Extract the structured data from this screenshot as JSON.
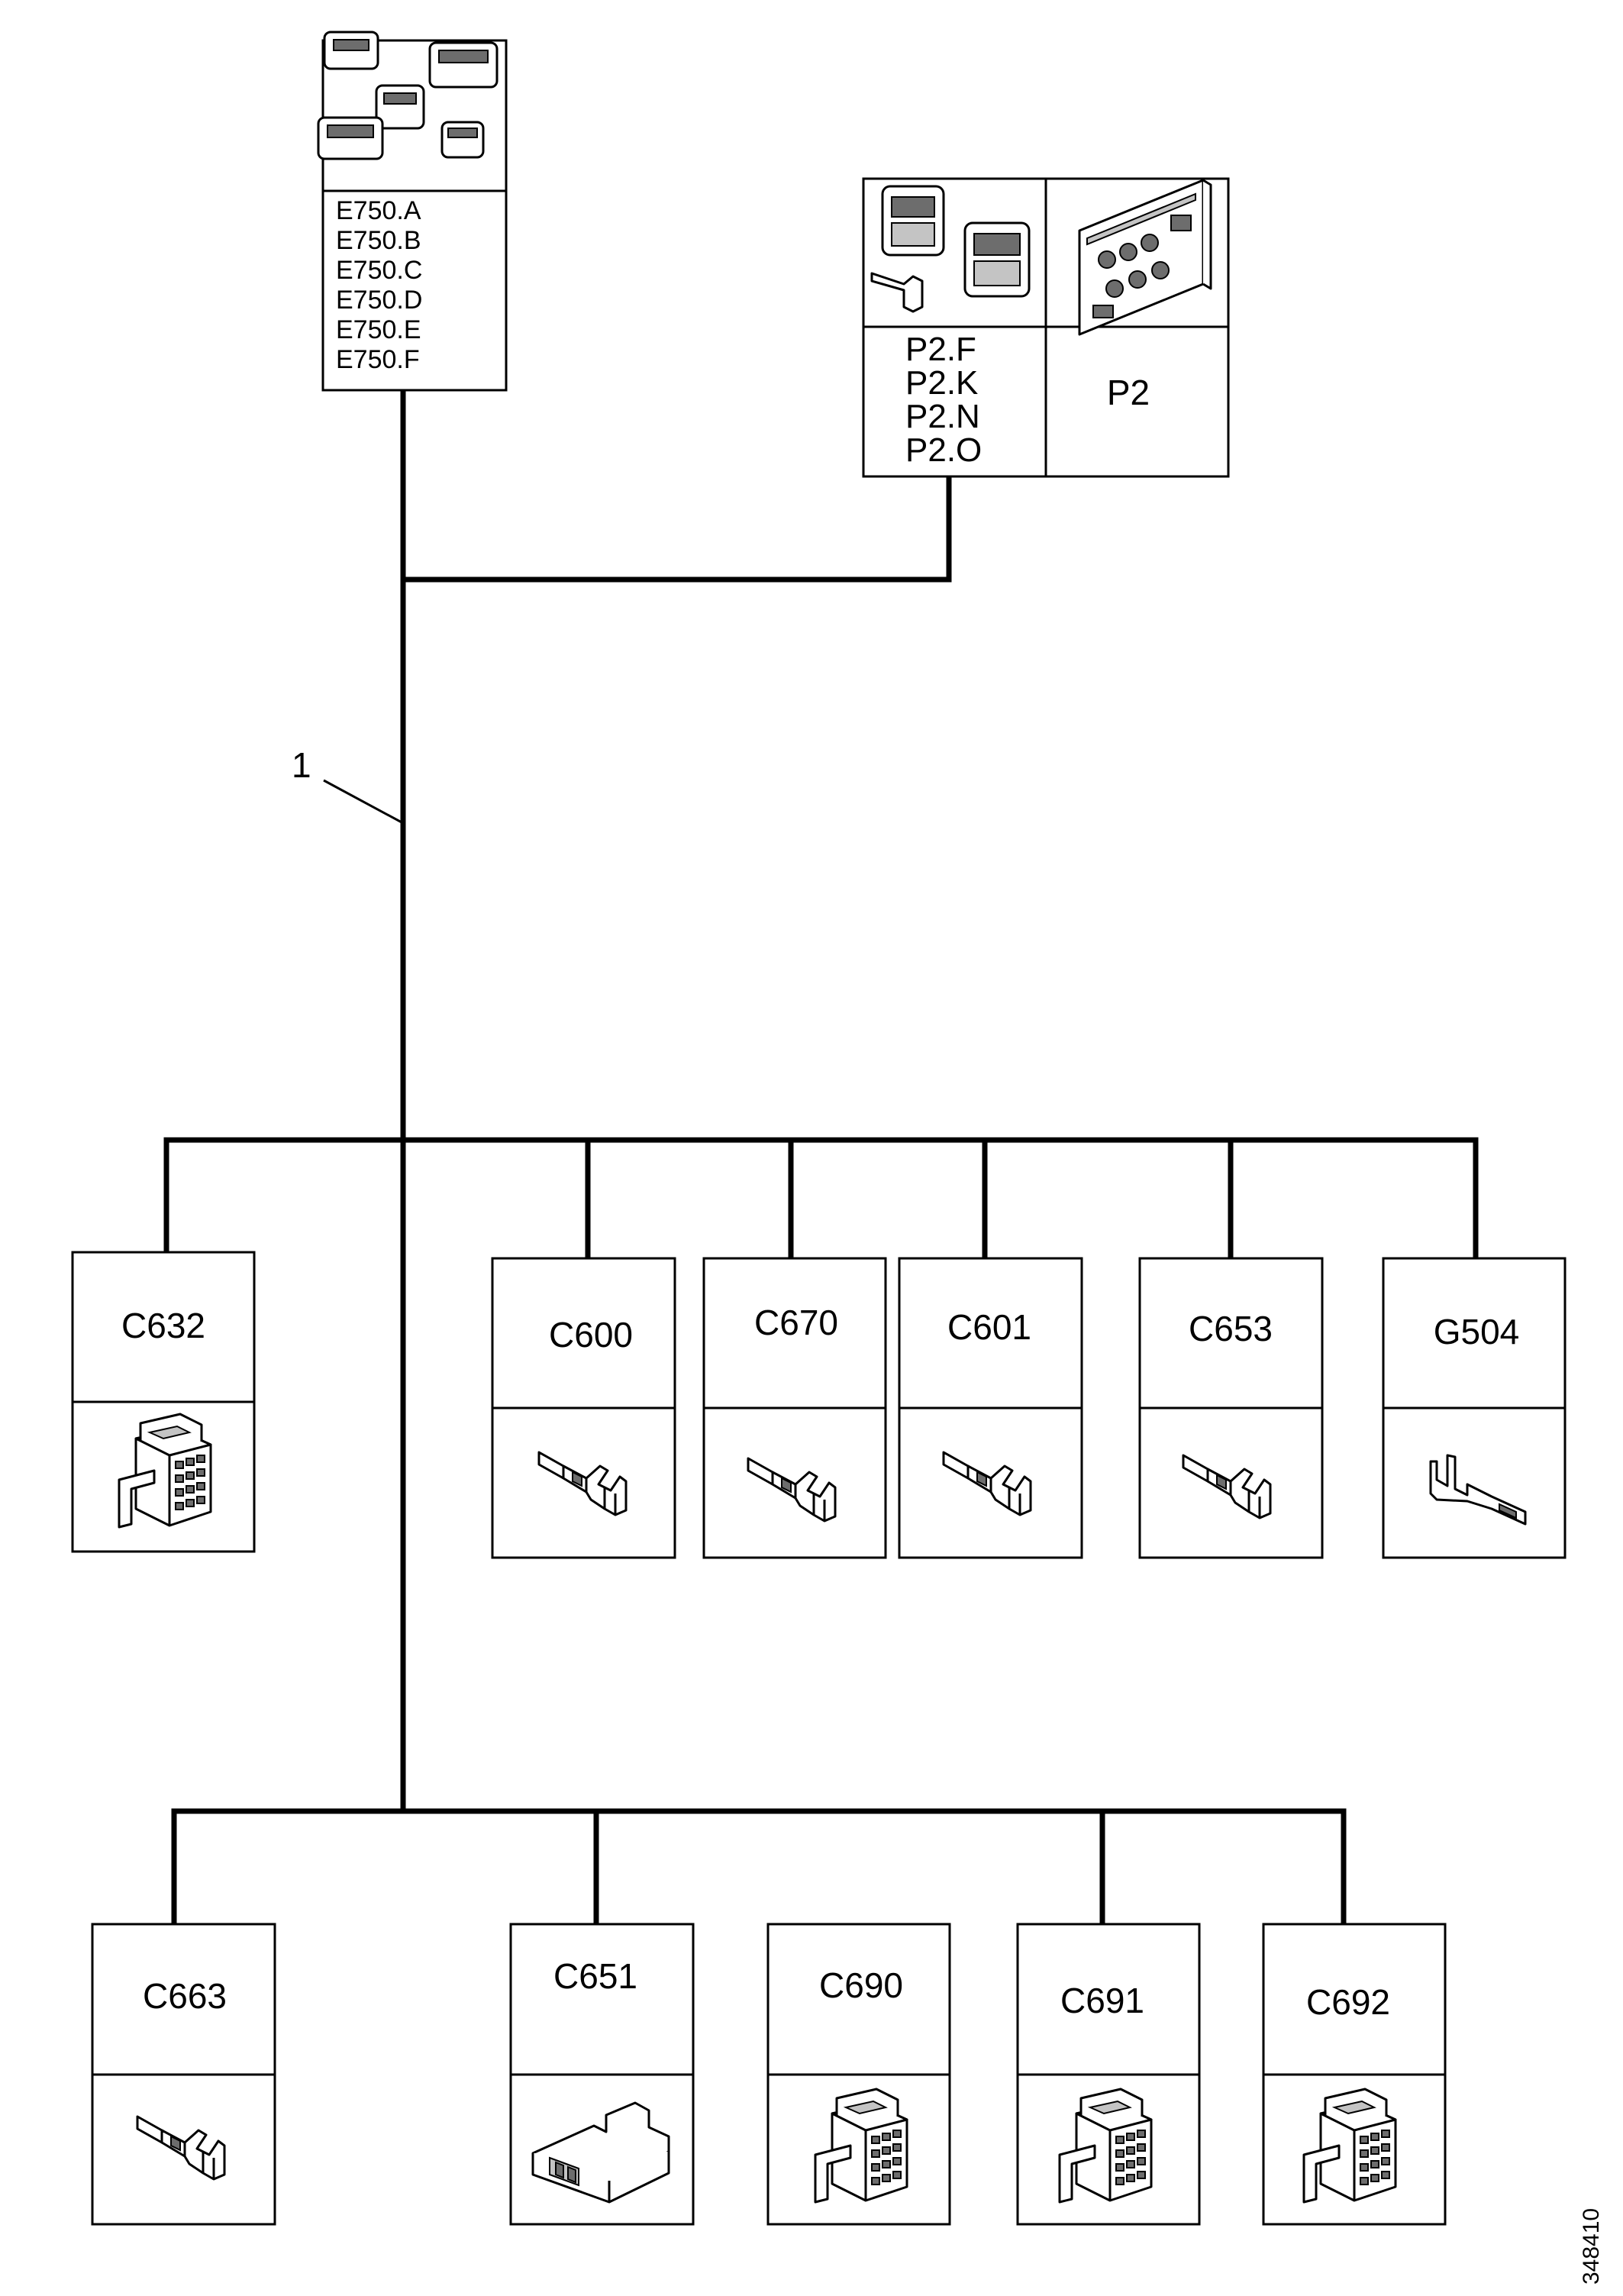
{
  "harness": {
    "label": "1"
  },
  "e750": {
    "labels": [
      "E750.A",
      "E750.B",
      "E750.C",
      "E750.D",
      "E750.E",
      "E750.F"
    ],
    "icon": "multi-connector-group-icon"
  },
  "p2_group": {
    "labels": [
      "P2.F",
      "P2.K",
      "P2.N",
      "P2.O"
    ],
    "icon": "connector-pair-with-terminal-icon"
  },
  "p2_board": {
    "label": "P2",
    "icon": "circuit-board-icon"
  },
  "row1": [
    {
      "id": "C632",
      "icon": "multi-pin-connector-icon"
    },
    {
      "id": "C600",
      "icon": "crimp-terminal-icon"
    },
    {
      "id": "C670",
      "icon": "crimp-terminal-icon"
    },
    {
      "id": "C601",
      "icon": "crimp-terminal-icon"
    },
    {
      "id": "C653",
      "icon": "crimp-terminal-icon"
    },
    {
      "id": "G504",
      "icon": "ring-terminal-icon"
    }
  ],
  "row2": [
    {
      "id": "C663",
      "icon": "crimp-terminal-icon"
    },
    {
      "id": "C651",
      "icon": "two-pin-connector-icon"
    },
    {
      "id": "C690",
      "icon": "multi-pin-connector-icon"
    },
    {
      "id": "C691",
      "icon": "multi-pin-connector-icon"
    },
    {
      "id": "C692",
      "icon": "multi-pin-connector-icon"
    }
  ],
  "figure_ref": "348410"
}
